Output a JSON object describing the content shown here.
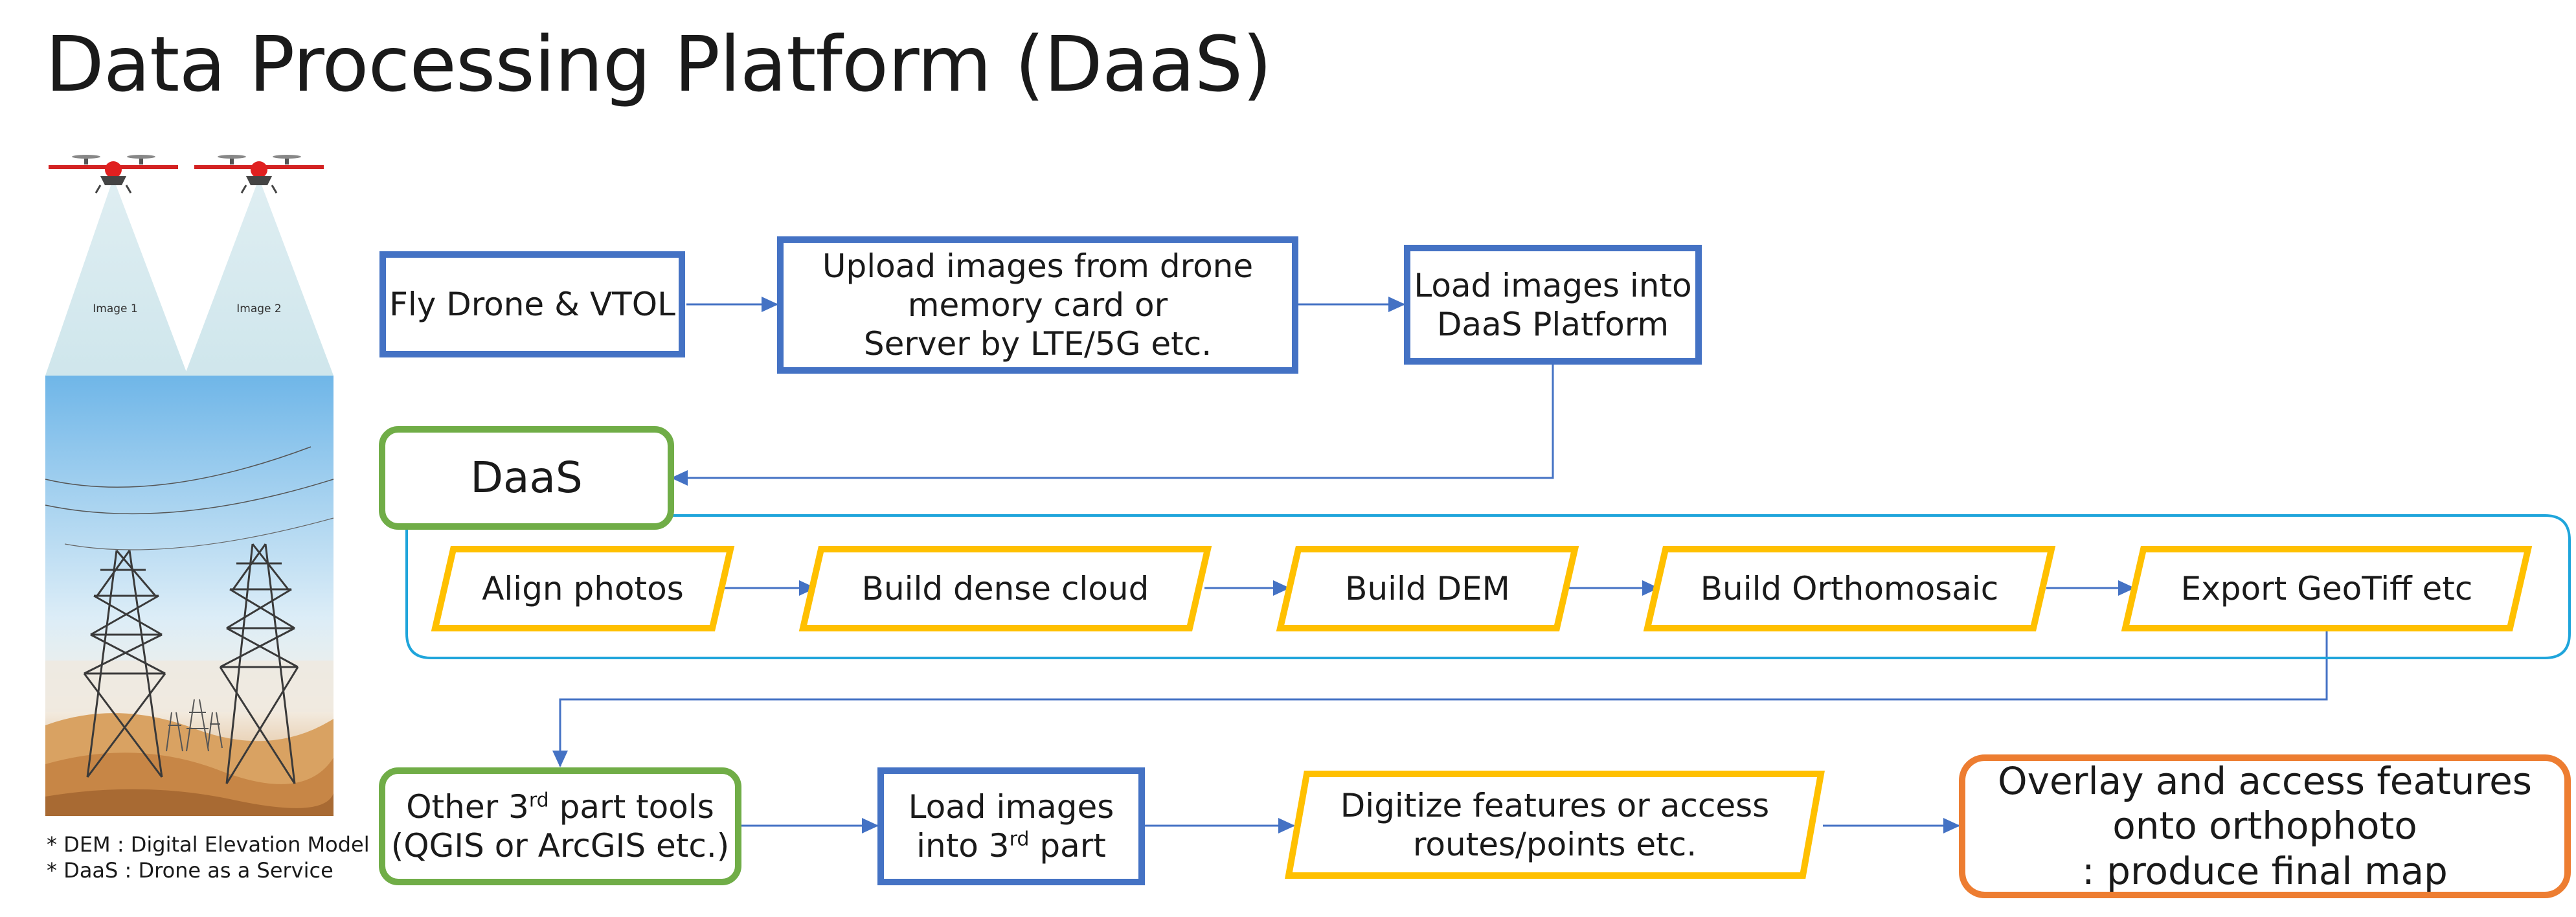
{
  "title": "Data Processing Platform (DaaS)",
  "illustration": {
    "image1_label": "Image 1",
    "image2_label": "Image 2"
  },
  "footnotes": {
    "dem": "* DEM : Digital Elevation Model",
    "daas": "* DaaS : Drone as a Service"
  },
  "row1": {
    "fly": "Fly Drone & VTOL",
    "upload_l1": "Upload images from drone",
    "upload_l2": "memory card or",
    "upload_l3": "Server by LTE/5G etc.",
    "load_l1": "Load images into",
    "load_l2": "DaaS Platform"
  },
  "daas_label": "DaaS",
  "pipeline": {
    "align": "Align photos",
    "dense": "Build dense cloud",
    "dem": "Build DEM",
    "ortho": "Build Orthomosaic",
    "export": "Export GeoTiff etc"
  },
  "row3": {
    "other_l1a": "Other 3",
    "other_l1sup": "rd",
    "other_l1b": " part tools",
    "other_l2": "(QGIS or ArcGIS etc.)",
    "load3_l1": "Load images",
    "load3_l2a": "into 3",
    "load3_l2sup": "rd",
    "load3_l2b": " part",
    "digitize_l1": "Digitize features or access",
    "digitize_l2": "routes/points etc.",
    "overlay_l1": "Overlay and access features",
    "overlay_l2": "onto orthophoto",
    "overlay_l3": ": produce final map"
  },
  "colors": {
    "blue": "#4472c4",
    "green": "#70ad47",
    "yellow": "#ffc000",
    "orange": "#ed7d31",
    "cyan": "#1fa5db",
    "connector": "#4472c4"
  }
}
